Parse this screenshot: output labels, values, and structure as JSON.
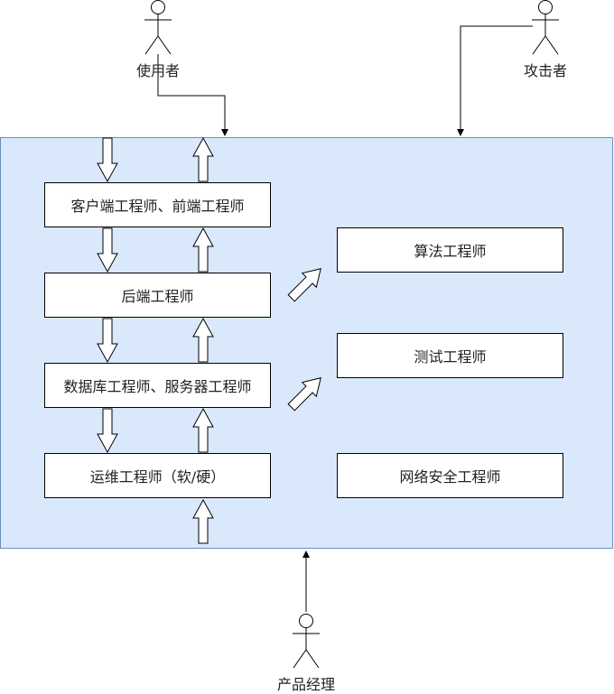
{
  "actors": {
    "user": "使用者",
    "attacker": "攻击者",
    "product_manager": "产品经理"
  },
  "boxes": {
    "client": "客户端工程师、前端工程师",
    "backend": "后端工程师",
    "database": "数据库工程师、服务器工程师",
    "ops": "运维工程师（软/硬）",
    "algorithm": "算法工程师",
    "testing": "测试工程师",
    "security": "网络安全工程师"
  },
  "colors": {
    "region_fill": "#dae8fc",
    "region_stroke": "#6c8ebf",
    "box_fill": "#ffffff",
    "line": "#000000"
  }
}
